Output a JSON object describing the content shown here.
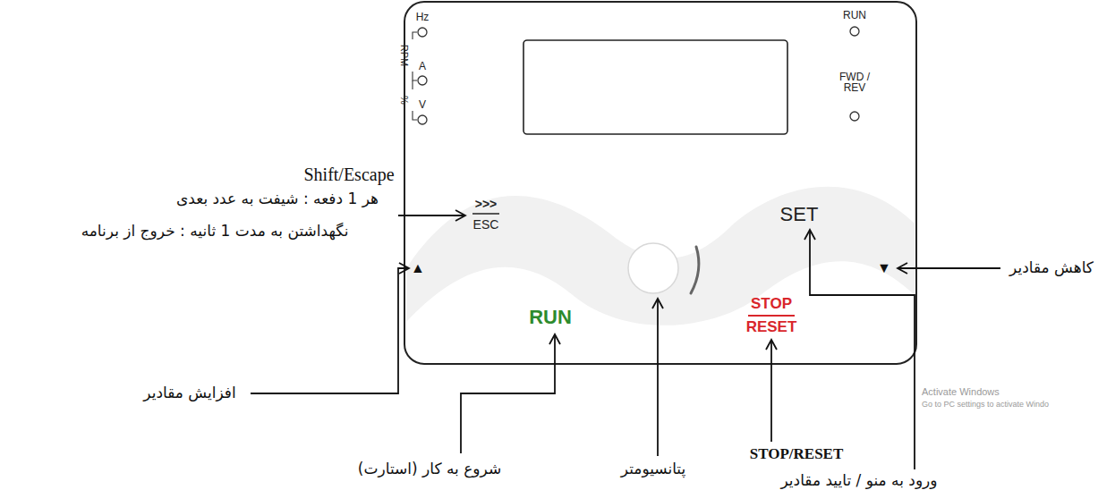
{
  "diagram": {
    "labels": [
      "Hz",
      "RPM",
      "A",
      "%",
      "V",
      "RUN",
      "FWD / REV",
      ">>>",
      "ESC",
      "SET",
      "▲",
      "▼",
      "RUN",
      "STOP",
      "RESET",
      "Shift/Escape",
      "هر 1 دفعه : شیفت به عدد بعدی",
      "نگهداشتن به مدت 1 ثانیه : خروج از برنامه",
      "کاهش مقادیر",
      "افزایش مقادیر",
      "شروع به کار (استارت)",
      "پتانسیومتر",
      "STOP/RESET",
      "ورود به منو / تایید مقادیر",
      "Activate Windows",
      "Go to PC settings to activate Windo"
    ]
  }
}
